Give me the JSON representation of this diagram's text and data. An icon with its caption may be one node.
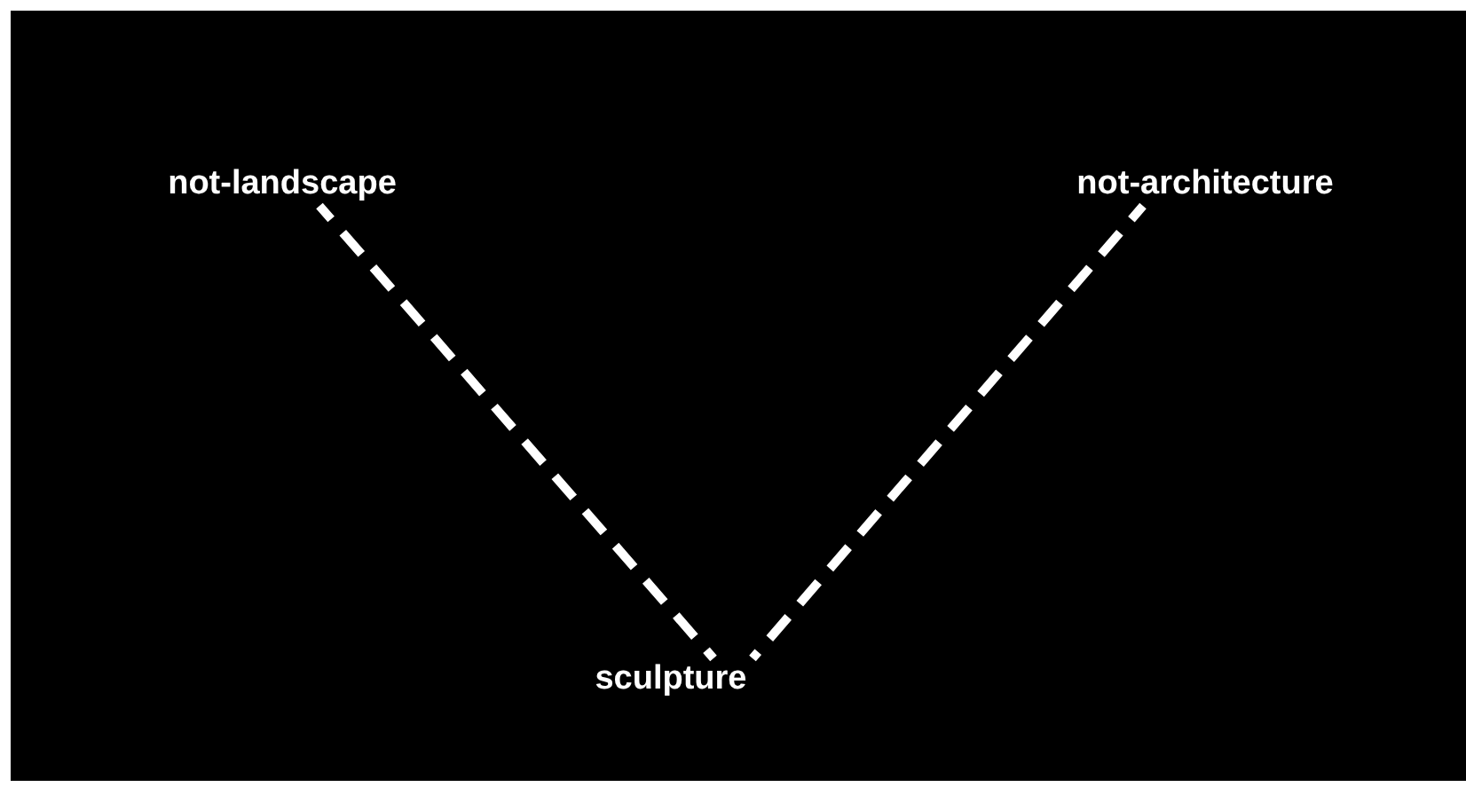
{
  "diagram": {
    "nodes": [
      {
        "text": [
          "not-landscape"
        ]
      },
      {
        "text": [
          "not-architecture"
        ]
      },
      {
        "text": [
          "sculpture"
        ]
      }
    ],
    "edges": [
      {
        "from": 0,
        "to": 2,
        "arrow": "none",
        "style": "dashed"
      },
      {
        "from": 1,
        "to": 2,
        "arrow": "none",
        "style": "dashed"
      }
    ]
  }
}
